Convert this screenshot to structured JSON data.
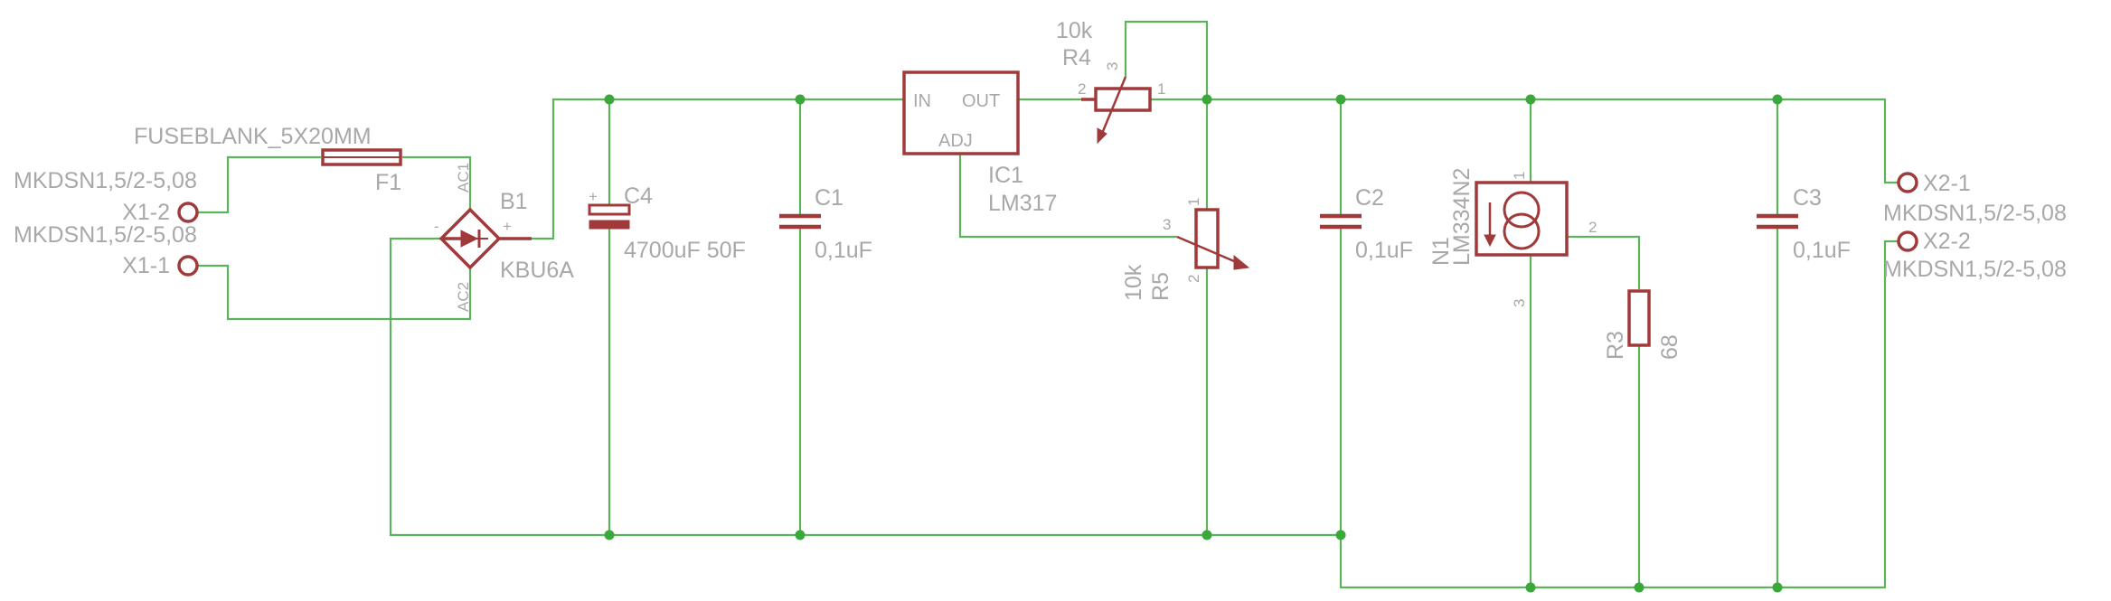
{
  "colors": {
    "wire": "#5cb35c",
    "junction": "#3aa83a",
    "component": "#a03a3a",
    "text": "#a8a8a8",
    "background": "#ffffff"
  },
  "connectors": {
    "x1_2": {
      "name": "X1-2",
      "value": "MKDSN1,5/2-5,08"
    },
    "x1_1": {
      "name": "X1-1",
      "value": "MKDSN1,5/2-5,08"
    },
    "x2_1": {
      "name": "X2-1",
      "value": "MKDSN1,5/2-5,08"
    },
    "x2_2": {
      "name": "X2-2",
      "value": "MKDSN1,5/2-5,08"
    }
  },
  "fuse": {
    "name": "F1",
    "value": "FUSEBLANK_5X20MM"
  },
  "bridge": {
    "name": "B1",
    "value": "KBU6A",
    "pin_ac1": "AC1",
    "pin_ac2": "AC2",
    "pin_minus": "-",
    "pin_plus": "+"
  },
  "c4": {
    "name": "C4",
    "value": "4700uF 50F",
    "polarity": "+"
  },
  "c1": {
    "name": "C1",
    "value": "0,1uF"
  },
  "c2": {
    "name": "C2",
    "value": "0,1uF"
  },
  "c3": {
    "name": "C3",
    "value": "0,1uF"
  },
  "regulator": {
    "name": "IC1",
    "value": "LM317",
    "pin_in": "IN",
    "pin_out": "OUT",
    "pin_adj": "ADJ"
  },
  "r4": {
    "name": "R4",
    "value": "10k",
    "pin1": "1",
    "pin2": "2",
    "pin3": "3"
  },
  "r5": {
    "name": "R5",
    "value": "10k",
    "pin1": "1",
    "pin2": "2",
    "pin3": "3"
  },
  "current_source": {
    "name": "N1",
    "value": "LM334N2",
    "pin1": "1",
    "pin2": "2",
    "pin3": "3"
  },
  "r3": {
    "name": "R3",
    "value": "68"
  }
}
